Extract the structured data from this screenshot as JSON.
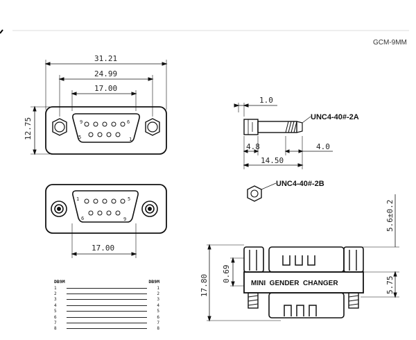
{
  "part_number": "GCM-9MM",
  "top_view": {
    "dim_overall_width": "31.21",
    "dim_screw_centers": "24.99",
    "dim_shell_width": "17.00",
    "dim_height": "12.75",
    "pin_labels": [
      "9",
      "6",
      "5",
      "1"
    ]
  },
  "bottom_view": {
    "dim_shell_width": "17.00",
    "pin_labels": [
      "1",
      "5",
      "6",
      "9"
    ]
  },
  "screw_a": {
    "dim_head": "1.0",
    "dim_shank": "4.8",
    "dim_thread": "4.0",
    "dim_total": "14.50",
    "label": "UNC4-40#-2A"
  },
  "nut_b": {
    "label": "UNC4-40#-2B"
  },
  "side_view": {
    "dim_total_height": "17.80",
    "dim_flange": "0.69",
    "dim_top": "5.6±0.2",
    "dim_bottom": "5.75",
    "label": "MINI  GENDER  CHANGER"
  },
  "pin_table": {
    "left_header": "DB9M",
    "right_header": "DB9M",
    "rows": [
      {
        "left": "1",
        "right": "1"
      },
      {
        "left": "2",
        "right": "2"
      },
      {
        "left": "3",
        "right": "3"
      },
      {
        "left": "4",
        "right": "4"
      },
      {
        "left": "5",
        "right": "5"
      },
      {
        "left": "6",
        "right": "6"
      },
      {
        "left": "7",
        "right": "7"
      },
      {
        "left": "8",
        "right": "8"
      }
    ]
  }
}
